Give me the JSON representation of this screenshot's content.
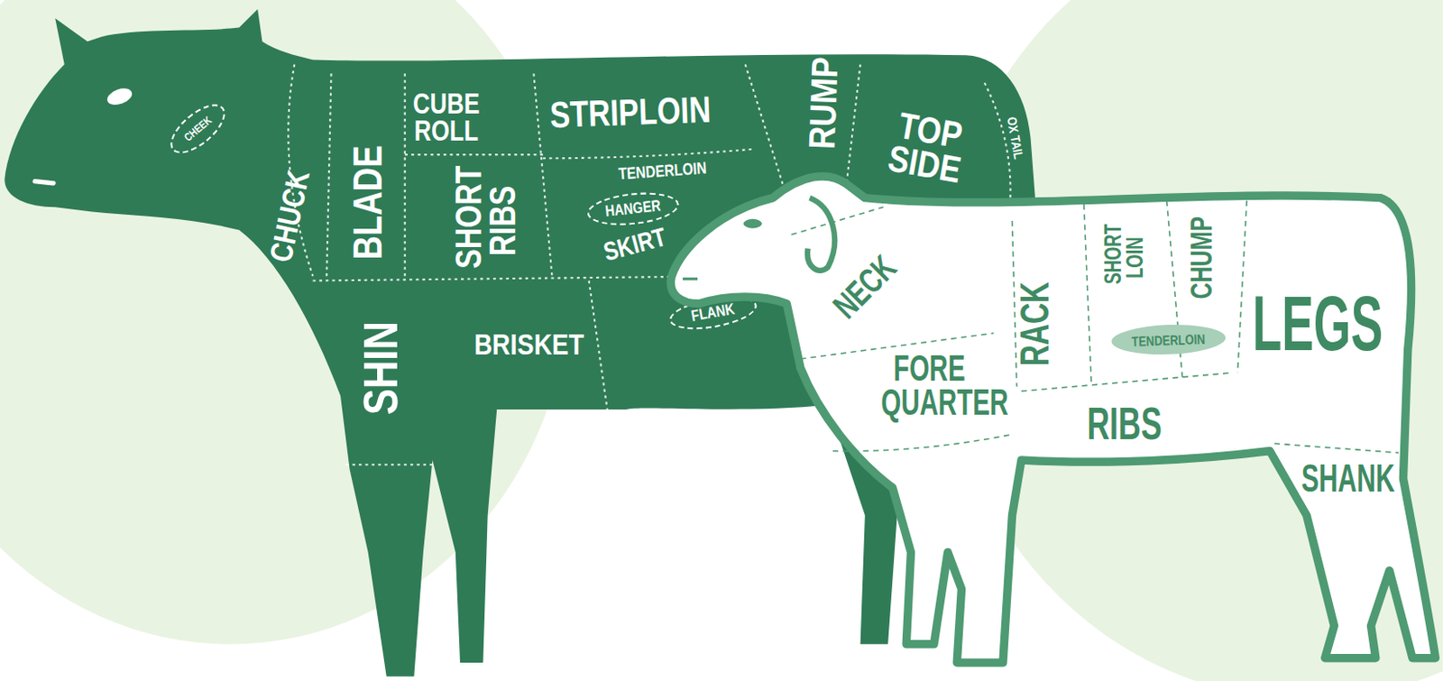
{
  "diagram": {
    "nodes": [
      {
        "text": [
          "CHEEK"
        ]
      },
      {
        "text": [
          "HANGER"
        ]
      },
      {
        "text": [
          "FLANK"
        ]
      },
      {
        "text": [
          "TENDERLOIN"
        ]
      }
    ],
    "labels": [
      "CUBE ROLL",
      "STRIPLOIN",
      "RUMP",
      "TOP SIDE",
      "OX TAIL",
      "TENDERLOIN",
      "CHUCK",
      "BLADE",
      "SHORT RIBS",
      "SKIRT",
      "NECK",
      "SHORT LOIN",
      "CHUMP",
      "RACK",
      "LEGS",
      "FORE QUARTER",
      "SHIN",
      "BRISKET",
      "RIBS",
      "SHANK"
    ]
  }
}
